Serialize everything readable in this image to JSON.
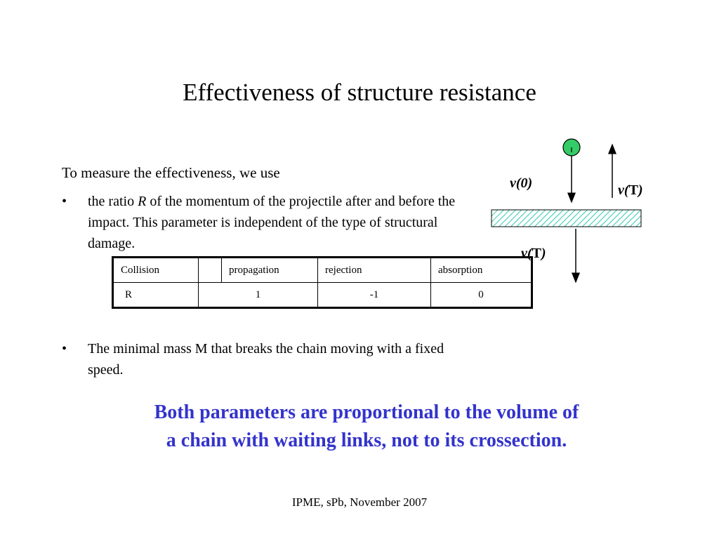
{
  "slide": {
    "title": "Effectiveness of structure resistance",
    "intro": "To measure the effectiveness, we use",
    "bullet_marker": "•",
    "bullet1": {
      "before": "the ratio ",
      "symbol": "R",
      "after": " of the momentum of the projectile after and before the impact. This parameter is independent of the type of structural damage."
    },
    "bullet2": "The minimal mass M that breaks the chain moving with a fixed speed.",
    "conclusion_line1": "Both parameters are proportional to the volume of",
    "conclusion_line2": "a chain with waiting links, not to its crossection.",
    "footer": "IPME, sPb, November 2007"
  },
  "table": {
    "headers": [
      "Collision",
      "",
      "propagation",
      "rejection",
      "absorption"
    ],
    "row_label": "R",
    "values": [
      "1",
      "-1",
      "0"
    ]
  },
  "diagram": {
    "label_v0_italic": "v",
    "label_v0_rest": "(0)",
    "label_vT_italic": "v",
    "label_vT_open": "(",
    "label_vT_upright": "T",
    "label_vT_close": ")",
    "ball_color": "#33cc66",
    "plate_color": "#33ccaa"
  }
}
